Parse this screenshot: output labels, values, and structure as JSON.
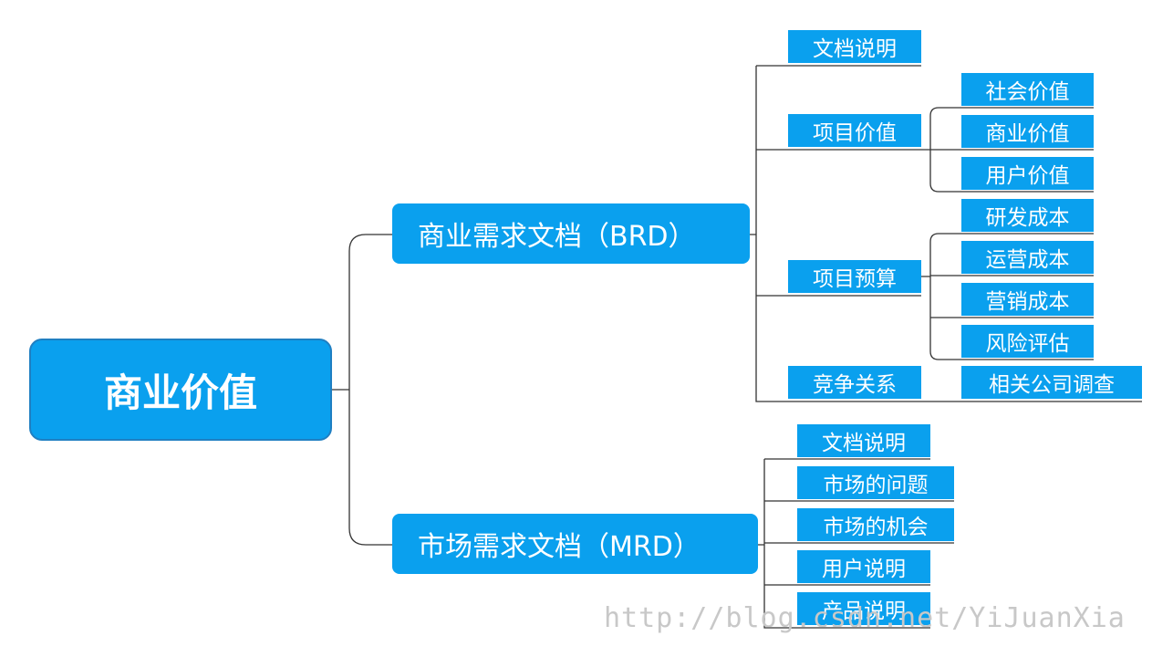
{
  "root": {
    "label": "商业价值"
  },
  "brd": {
    "label": "商业需求文档（BRD）",
    "children": {
      "doc_desc": "文档说明",
      "project_value": {
        "label": "项目价值",
        "items": [
          "社会价值",
          "商业价值",
          "用户价值"
        ]
      },
      "project_budget": {
        "label": "项目预算",
        "items": [
          "研发成本",
          "运营成本",
          "营销成本",
          "风险评估"
        ]
      },
      "competition": {
        "label": "竞争关系",
        "items": [
          "相关公司调查"
        ]
      }
    }
  },
  "mrd": {
    "label": "市场需求文档（MRD）",
    "items": [
      "文档说明",
      "市场的问题",
      "市场的机会",
      "用户说明",
      "产品说明"
    ]
  },
  "watermark": "http://blog.csdn.net/YiJuanXia",
  "colors": {
    "node_fill": "#0aa0ee",
    "connector": "#333333"
  }
}
